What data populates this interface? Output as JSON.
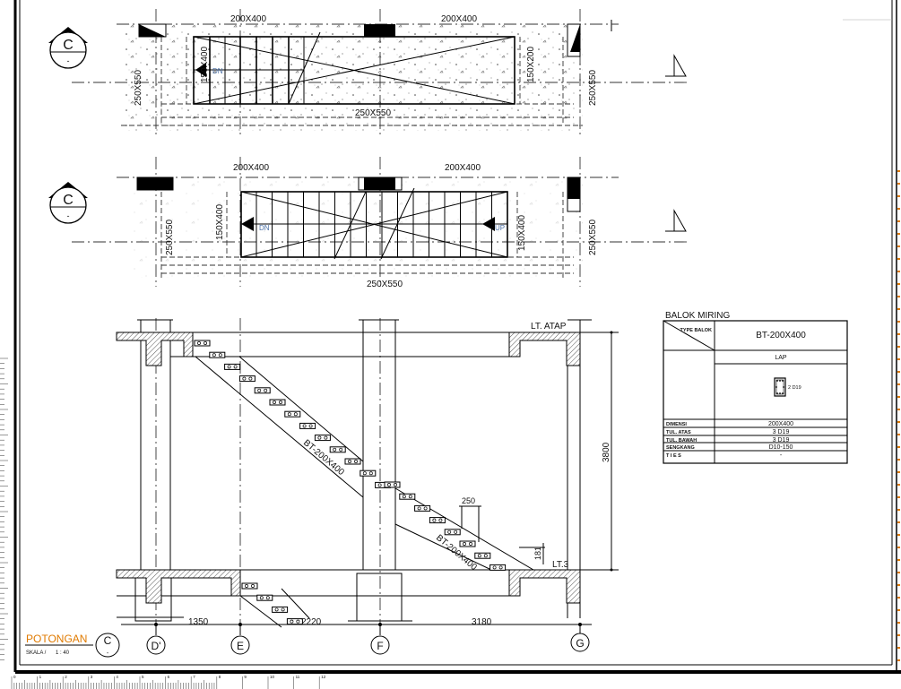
{
  "plan_top": {
    "beam_left": "200X400",
    "beam_right": "200X400",
    "beam_bottom": "250X550",
    "side_left": "250X550",
    "landing_left": "150X400",
    "landing_right": "150X200",
    "side_right": "250X550",
    "dn_label": "DN",
    "section_marker": "C",
    "section_marker_sub": "-"
  },
  "plan_mid": {
    "beam_left": "200X400",
    "beam_right": "200X400",
    "beam_bottom": "250X550",
    "side_left": "250X550",
    "landing_left": "150X400",
    "landing_right": "150X400",
    "side_right": "250X550",
    "dn_label": "DN",
    "up_label": "UP",
    "section_marker": "C",
    "section_marker_sub": "-"
  },
  "section": {
    "level_top": "LT. ATAP",
    "level_bottom": "LT.3",
    "height_dim": "3800",
    "stringer_upper": "BT-200X400",
    "stringer_lower": "BT-200X400",
    "tread_dim": "250",
    "riser_dim": "181",
    "dims": [
      "1350",
      "2220",
      "3180"
    ],
    "grids": [
      "D'",
      "E",
      "F",
      "G"
    ],
    "title": "POTONGAN",
    "title_marker": "C",
    "title_marker_sub": "-",
    "scale_label": "SKALA /",
    "scale_value": "1 : 40"
  },
  "beam_table": {
    "title": "BALOK MIRING",
    "type_header": "TYPE BALOK",
    "type_value": "BT-200X400",
    "position": "LAP",
    "section_rebar_label": "2 D19",
    "rows": [
      {
        "label": "DIMENSI",
        "value": "200X400"
      },
      {
        "label": "TUL. ATAS",
        "value": "3 D19"
      },
      {
        "label": "TUL. BAWAH",
        "value": "3 D19"
      },
      {
        "label": "SENGKANG",
        "value": "D10-150"
      },
      {
        "label": "T I E S",
        "value": "-"
      }
    ]
  },
  "ruler": {
    "labels": [
      "0",
      "1",
      "2",
      "3",
      "4",
      "5",
      "6",
      "7",
      "8",
      "9",
      "10",
      "11",
      "12"
    ]
  },
  "colors": {
    "title_text": "#e07a00",
    "line": "#000000"
  }
}
